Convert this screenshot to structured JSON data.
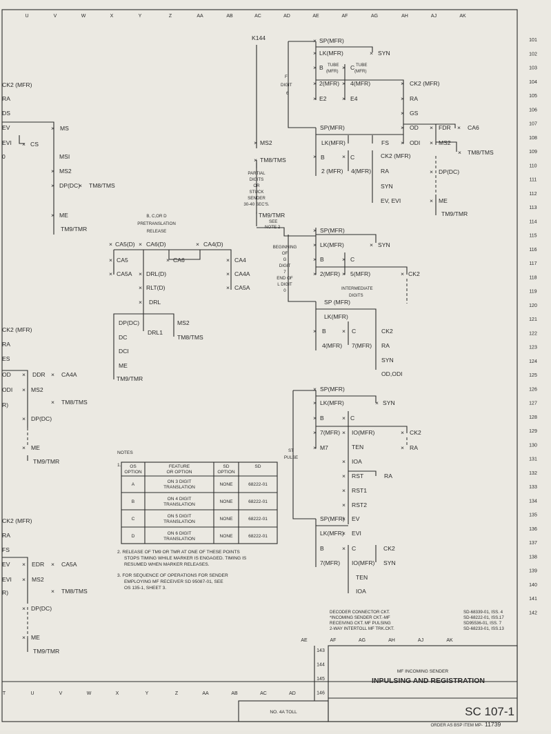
{
  "columns_top": [
    "U",
    "V",
    "W",
    "X",
    "Y",
    "Z",
    "AA",
    "AB",
    "AC",
    "AD",
    "AE",
    "AF",
    "AG",
    "AH",
    "AJ",
    "AK"
  ],
  "columns_bottom": [
    "T",
    "U",
    "V",
    "W",
    "X",
    "Y",
    "Z",
    "AA",
    "AB",
    "AC",
    "AD"
  ],
  "columns_bottom_right": [
    "AE",
    "AF",
    "AG",
    "AH",
    "AJ",
    "AK"
  ],
  "rows": [
    "101",
    "102",
    "103",
    "104",
    "105",
    "106",
    "107",
    "108",
    "109",
    "110",
    "111",
    "112",
    "113",
    "114",
    "115",
    "116",
    "117",
    "118",
    "119",
    "120",
    "121",
    "122",
    "123",
    "124",
    "125",
    "126",
    "127",
    "128",
    "129",
    "130",
    "131",
    "132",
    "133",
    "134",
    "135",
    "136",
    "137",
    "138",
    "139",
    "140",
    "141",
    "142",
    "143",
    "144",
    "145",
    "146"
  ],
  "labels": {
    "l1": "CK2 (MFR)",
    "l2": "RA",
    "l3": "DS",
    "l4": "EV",
    "l5": "EVI",
    "l6": "CS",
    "l7": "MS",
    "l8": "MSI",
    "l9": "MS2",
    "l10": "DP(DC)",
    "l11": "TM8/TMS",
    "l12": "ME",
    "l13": "TM9/TMR",
    "k144": "K144",
    "f1": "F",
    "f2": "DIGIT",
    "f3": "6",
    "sp1": "SP(MFR)",
    "lk1": "LK(MFR)",
    "syn1": "SYN",
    "b1": "B",
    "tube1": "TUBE",
    "mfr1": "(MFR)",
    "c1": "C",
    "tube2": "TUBE",
    "mfr2": "(MFR)",
    "x2": "2(MFR)",
    "x4": "4(MFR)",
    "ck2a": "CK2 (MFR)",
    "e2": "E2",
    "e4": "E4",
    "ra1": "RA",
    "gs": "GS",
    "od": "OD",
    "fdr": "FDR",
    "ca6a": "CA6",
    "odi": "ODI",
    "ms2b": "MS2",
    "tm8b": "TM8/TMS",
    "dpb": "DP(DC)",
    "meb": "ME",
    "tm9b": "TM9/TMR",
    "ms2k": "MS2",
    "tm8k": "TM8/TMS",
    "pd1": "PARTIAL",
    "pd2": "DIGITS",
    "pd3": "OR",
    "pd4": "STUCK",
    "pd5": "SENDER",
    "pd6": "30-40 SEC'S.",
    "tm9k": "TM9/TMR",
    "see1": "SEE",
    "see2": "NOTE 2",
    "sp2": "SP(MFR)",
    "fs": "FS",
    "lk2": "LK(MFR)",
    "b2": "B",
    "c2": "C",
    "ck2b": "CK2 (MFR)",
    "x2b": "2 (MFR)",
    "x4b": "4(MFR)",
    "ra2": "RA",
    "syn2": "SYN",
    "ev2": "EV, EVI",
    "bcd1": "B, C,OR D",
    "bcd2": "PRETRANSLATION",
    "bcd3": "RELEASE",
    "ca5d": "CA5(D)",
    "ca6d": "CA6(D)",
    "ca4d": "CA4(D)",
    "ca5": "CA5",
    "ca6": "CA6",
    "ca4": "CA4",
    "ca5a": "CA5A",
    "ca4a": "CA4A",
    "ca5a2": "CA5A",
    "drld": "DRL(D)",
    "rltd": "RLT(D)",
    "drl": "DRL",
    "dpdc": "DP(DC)",
    "ms2d": "MS2",
    "dc": "DC",
    "drl1": "DRL1",
    "tm8d": "TM8/TMS",
    "dci": "DCI",
    "me": "ME",
    "tm9d": "TM9/TMR",
    "beg1": "BEGINNING",
    "beg2": "OF",
    "beg3": "G",
    "beg4": "DIGIT",
    "beg5": "7",
    "beg6": "END OF",
    "beg7": "L DIGIT",
    "beg8": "0",
    "sp3": "SP(MFR)",
    "lk3": "LK(MFR)",
    "syn3": "SYN",
    "b3": "B",
    "c3": "C",
    "x2c": "2(MFR)",
    "x5c": "5(MFR)",
    "ck2c": "CK2",
    "int1": "INTERMEDIATE",
    "int2": "DIGITS",
    "sp4": "SP (MFR)",
    "lk4": "LK(MFR)",
    "b4": "B",
    "c4": "C",
    "ck2d": "CK2",
    "x4d": "4(MFR)",
    "x7d": "7(MFR)",
    "ra4": "RA",
    "syn4": "SYN",
    "odd": "OD,ODI",
    "ck2e": "CK2 (MFR)",
    "ra5": "RA",
    "es": "ES",
    "od5": "OD",
    "ddr": "DDR",
    "ca4a5": "CA4A",
    "odi5": "ODI",
    "ms2e": "MS2",
    "tm8e": "TM8/TMS",
    "dpe": "DP(DC)",
    "mee": "ME",
    "tm9e": "TM9/TMR",
    "sp5": "SP(MFR)",
    "lk5": "LK(MFR)",
    "syn5": "SYN",
    "b5": "B",
    "c5": "C",
    "x7e": "7(MFR)",
    "x10e": "IO(MFR)",
    "ck2f": "CK2",
    "st1": "ST",
    "st2": "PULSE",
    "m7": "M7",
    "ten": "TEN",
    "ra6": "RA",
    "ioa": "IOA",
    "rst": "RST",
    "ra7": "RA",
    "rst1": "RST1",
    "rst2": "RST2",
    "sp6": "SP(MFR)",
    "ev6": "EV",
    "lk6": "LK(MFR)",
    "evi6": "EVI",
    "b6": "B",
    "c6": "C",
    "ck2g": "CK2",
    "x7g": "7(MFR)",
    "x10g": "IO(MFR)",
    "syn6": "SYN",
    "ten2": "TEN",
    "ioa2": "IOA",
    "ck2h": "CK2 (MFR)",
    "ra8": "RA",
    "fs8": "FS",
    "ev8": "EV",
    "edr": "EDR",
    "ca5a8": "CA5A",
    "evi8": "EVI",
    "ms2h": "MS2",
    "tm8h": "TM8/TMS",
    "dph": "DP(DC)",
    "meh": "ME",
    "tm9h": "TM9/TMR",
    "lcut1": "0",
    "lcut2": "R)",
    "lcut3": "R)"
  },
  "notes": {
    "heading": "NOTES",
    "note1": "1.",
    "table": {
      "headers": [
        [
          "OS",
          "OPTION"
        ],
        [
          "FEATURE",
          "OR OPTION"
        ],
        [
          "SD",
          "OPTION"
        ],
        [
          "SD"
        ]
      ],
      "rows": [
        [
          "A",
          "ON 3 DIGIT",
          "TRANSLATION",
          "NONE",
          "68222-01"
        ],
        [
          "B",
          "ON 4 DIGIT",
          "TRANSLATION",
          "NONE",
          "68222-01"
        ],
        [
          "C",
          "ON 5 DIGIT",
          "TRANSLATION",
          "NONE",
          "68222-01"
        ],
        [
          "D",
          "ON 6 DIGIT",
          "TRANSLATION",
          "NONE",
          "68222-01"
        ]
      ]
    },
    "note2": [
      "2. RELEASE OF TM9 OR TMR AT ONE OF THESE POINTS",
      "STOPS TIMING WHILE MARKER IS ENGAGED. TIMING IS",
      "RESUMED WHEN MARKER RELEASES."
    ],
    "note3": [
      "3. FOR SEQUENCE OF OPERATIONS FOR SENDER",
      "EMPLOYING MF RECEIVER SD 95087-01, SEE",
      "OS 135-1, SHEET 3."
    ]
  },
  "references": [
    {
      "name": "DECODER CONNECTOR CKT.",
      "doc": "SD-68339-01, ISS. 4"
    },
    {
      "name": "*INCOMING SENDER CKT.-MF",
      "doc": "SD-68222-01, ISS.17"
    },
    {
      "name": "RECEIVING CKT. MF PULSING",
      "doc": "SD95536-01, ISS. 7"
    },
    {
      "name": "2-WAY INTERTOLL MF TRK.CKT.",
      "doc": "SD-68233-01, ISS.13"
    }
  ],
  "title_block": {
    "subtitle": "MF INCOMING SENDER",
    "title": "INPULSING AND REGISTRATION",
    "toll": "NO. 4A TOLL",
    "drawing_no": "SC 107-1",
    "order_label": "ORDER AS BSP ITEM MP-",
    "order_no": "11739"
  }
}
